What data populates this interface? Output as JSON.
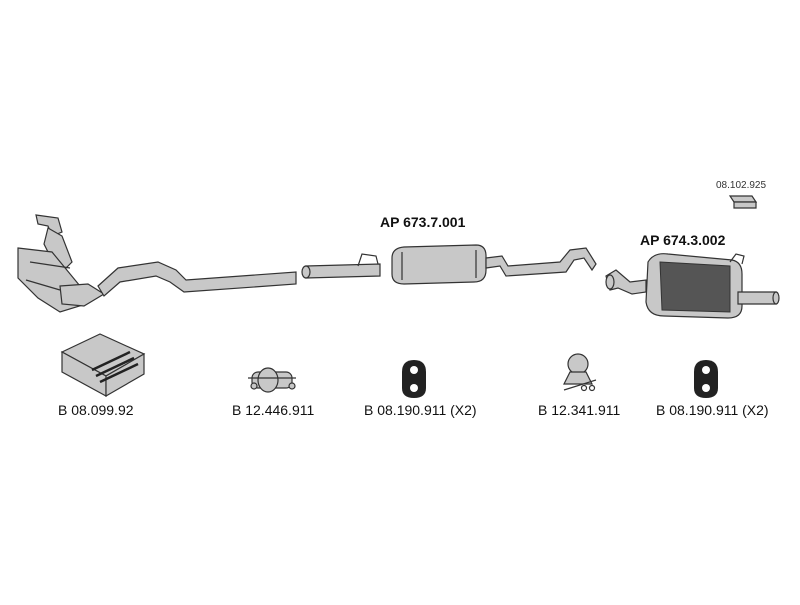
{
  "parts": {
    "front_pipe_label": "",
    "middle_silencer_label": "AP 673.7.001",
    "rear_silencer_label": "AP 674.3.002",
    "small_part_label": "08.102.925"
  },
  "kits": [
    {
      "label": "B 08.099.92",
      "icon": "mounting-kit-box-icon"
    },
    {
      "label": "B 12.446.911",
      "icon": "clamp-icon"
    },
    {
      "label": "B 08.190.911 (X2)",
      "icon": "rubber-hanger-icon"
    },
    {
      "label": "B 12.341.911",
      "icon": "clamp-bolt-icon"
    },
    {
      "label": "B 08.190.911 (X2)",
      "icon": "rubber-hanger-icon"
    }
  ],
  "colors": {
    "part_fill": "#c8c8c8",
    "outline": "#333333",
    "dark_fill": "#555555"
  }
}
